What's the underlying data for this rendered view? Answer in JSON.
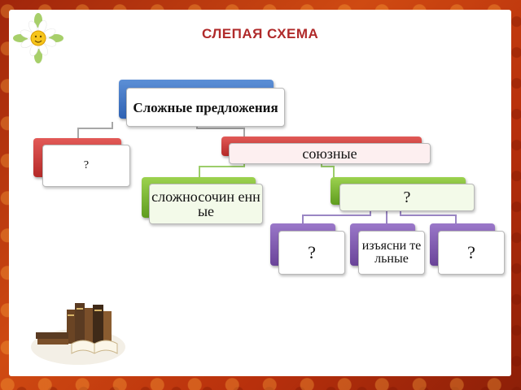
{
  "title": "СЛЕПАЯ  СХЕМА",
  "nodes": {
    "root": "Сложные предложения",
    "left_unknown": "?",
    "union": "союзные",
    "compound": "сложносочин енные",
    "complex_unknown": "?",
    "sub_unknown_1": "?",
    "explanatory": "изъясни тельные",
    "sub_unknown_2": "?"
  },
  "colors": {
    "frame": "#c23a10",
    "title": "#b02a2a",
    "blue": "#3a6fc0",
    "red": "#c0302e",
    "green": "#78b632",
    "purple": "#7b55ad",
    "connector": "#a7a7a7"
  }
}
